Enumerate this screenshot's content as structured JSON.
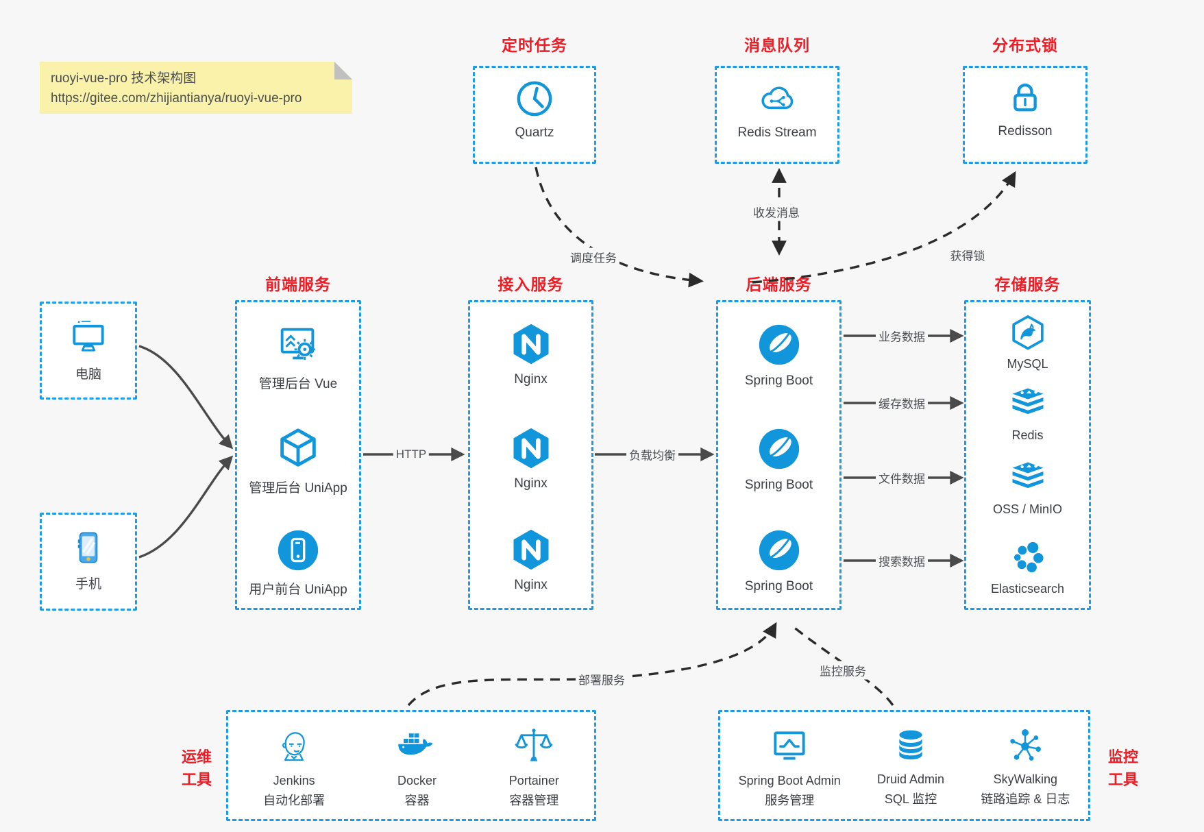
{
  "note": {
    "line1": "ruoyi-vue-pro 技术架构图",
    "line2": "https://gitee.com/zhijiantianya/ruoyi-vue-pro"
  },
  "top_services": [
    {
      "title": "定时任务",
      "item": "Quartz",
      "icon": "clock-icon"
    },
    {
      "title": "消息队列",
      "item": "Redis Stream",
      "icon": "cloud-stream-icon"
    },
    {
      "title": "分布式锁",
      "item": "Redisson",
      "icon": "lock-icon"
    }
  ],
  "clients": [
    {
      "label": "电脑",
      "icon": "desktop-icon"
    },
    {
      "label": "手机",
      "icon": "phone-icon"
    }
  ],
  "columns": [
    {
      "title": "前端服务",
      "items": [
        "管理后台 Vue",
        "管理后台 UniApp",
        "用户前台 UniApp"
      ]
    },
    {
      "title": "接入服务",
      "items": [
        "Nginx",
        "Nginx",
        "Nginx"
      ]
    },
    {
      "title": "后端服务",
      "items": [
        "Spring Boot",
        "Spring Boot",
        "Spring Boot"
      ]
    },
    {
      "title": "存储服务",
      "items": [
        "MySQL",
        "Redis",
        "OSS / MinIO",
        "Elasticsearch"
      ]
    }
  ],
  "ops_tools": {
    "title_line1": "运维",
    "title_line2": "工具",
    "items": [
      {
        "name": "Jenkins",
        "desc": "自动化部署",
        "icon": "jenkins-icon"
      },
      {
        "name": "Docker",
        "desc": "容器",
        "icon": "docker-icon"
      },
      {
        "name": "Portainer",
        "desc": "容器管理",
        "icon": "portainer-icon"
      }
    ]
  },
  "monitor_tools": {
    "title_line1": "监控",
    "title_line2": "工具",
    "items": [
      {
        "name": "Spring Boot Admin",
        "desc": "服务管理",
        "icon": "spring-boot-admin-icon"
      },
      {
        "name": "Druid Admin",
        "desc": "SQL 监控",
        "icon": "druid-icon"
      },
      {
        "name": "SkyWalking",
        "desc": "链路追踪 & 日志",
        "icon": "skywalking-icon"
      }
    ]
  },
  "edges": {
    "http": "HTTP",
    "load_balance": "负载均衡",
    "schedule": "调度任务",
    "message": "收发消息",
    "lock": "获得锁",
    "business_data": "业务数据",
    "cache_data": "缓存数据",
    "file_data": "文件数据",
    "search_data": "搜索数据",
    "deploy": "部署服务",
    "monitor": "监控服务"
  },
  "colors": {
    "border_blue": "#1e9be6",
    "icon_blue": "#1296db",
    "title_red": "#ee1c24",
    "note_bg": "#faf2ab",
    "solid_arrow": "#4a4a4a",
    "dashed_arrow": "#2b2b2b"
  }
}
